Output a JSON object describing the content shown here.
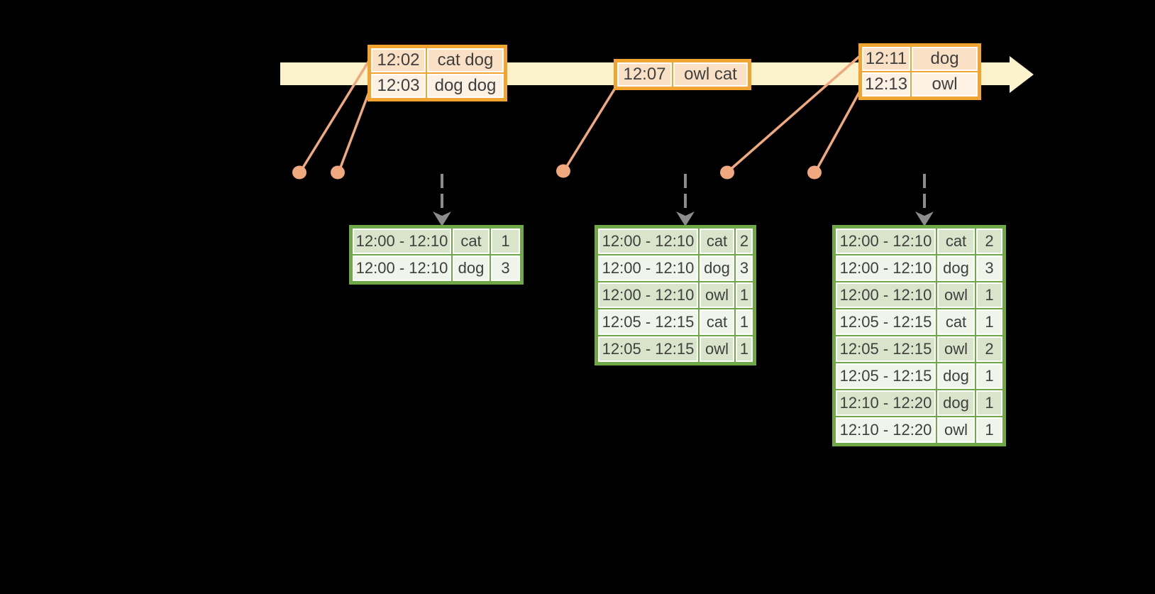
{
  "colors": {
    "background": "#000000",
    "timeline_band": "#FCF2CC",
    "event_table_border": "#F2A430",
    "event_row_fill_dark": "#FAE1C5",
    "event_row_fill_light": "#FCF1E3",
    "connector_and_dots": "#F0A87E",
    "result_table_border": "#70A847",
    "result_row_fill_dark": "#D9E5CB",
    "result_row_fill_light": "#F0F5EC",
    "trigger_arrow": "#8C8C8C",
    "table_text": "#3F3F3F",
    "cell_divider": "#FFFFFF"
  },
  "event_tables": [
    {
      "rows": [
        {
          "time": "12:02",
          "words": "cat dog"
        },
        {
          "time": "12:03",
          "words": "dog dog"
        }
      ]
    },
    {
      "rows": [
        {
          "time": "12:07",
          "words": "owl cat"
        }
      ]
    },
    {
      "rows": [
        {
          "time": "12:11",
          "words": "dog"
        },
        {
          "time": "12:13",
          "words": "owl"
        }
      ]
    }
  ],
  "result_tables": [
    {
      "rows": [
        {
          "window": "12:00 - 12:10",
          "word": "cat",
          "count": "1"
        },
        {
          "window": "12:00 - 12:10",
          "word": "dog",
          "count": "3"
        }
      ]
    },
    {
      "rows": [
        {
          "window": "12:00 - 12:10",
          "word": "cat",
          "count": "2"
        },
        {
          "window": "12:00 - 12:10",
          "word": "dog",
          "count": "3"
        },
        {
          "window": "12:00 - 12:10",
          "word": "owl",
          "count": "1"
        },
        {
          "window": "12:05 - 12:15",
          "word": "cat",
          "count": "1"
        },
        {
          "window": "12:05 - 12:15",
          "word": "owl",
          "count": "1"
        }
      ]
    },
    {
      "rows": [
        {
          "window": "12:00 - 12:10",
          "word": "cat",
          "count": "2"
        },
        {
          "window": "12:00 - 12:10",
          "word": "dog",
          "count": "3"
        },
        {
          "window": "12:00 - 12:10",
          "word": "owl",
          "count": "1"
        },
        {
          "window": "12:05 - 12:15",
          "word": "cat",
          "count": "1"
        },
        {
          "window": "12:05 - 12:15",
          "word": "owl",
          "count": "2"
        },
        {
          "window": "12:05 - 12:15",
          "word": "dog",
          "count": "1"
        },
        {
          "window": "12:10 - 12:20",
          "word": "dog",
          "count": "1"
        },
        {
          "window": "12:10 - 12:20",
          "word": "owl",
          "count": "1"
        }
      ]
    }
  ]
}
